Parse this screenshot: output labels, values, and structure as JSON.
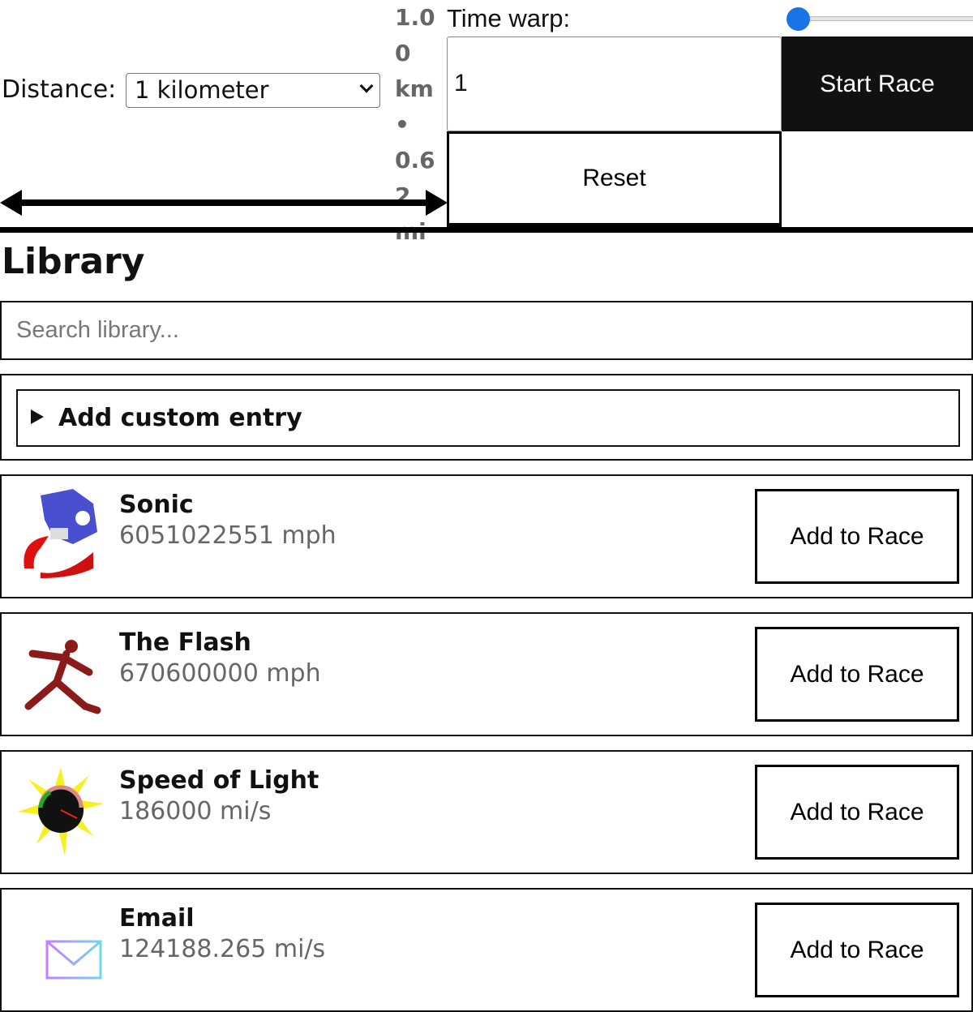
{
  "controls": {
    "distance_label": "Distance:",
    "distance_selected": "1 kilometer",
    "distance_readout": "1.00 km • 0.62 mi",
    "time_warp_label": "Time warp:",
    "time_warp_value": "1",
    "time_warp_slider_fraction": 0.0,
    "start_label": "Start Race",
    "reset_label": "Reset"
  },
  "library": {
    "title": "Library",
    "search_placeholder": "Search library...",
    "custom_entry_label": "Add custom entry",
    "add_label": "Add to Race",
    "items": [
      {
        "name": "Sonic",
        "speed": "6051022551 mph",
        "icon": "sonic-sprite"
      },
      {
        "name": "The Flash",
        "speed": "670600000 mph",
        "icon": "flash-runner"
      },
      {
        "name": "Speed of Light",
        "speed": "186000 mi/s",
        "icon": "speedometer-burst"
      },
      {
        "name": "Email",
        "speed": "124188.265 mi/s",
        "icon": "envelope-fast"
      }
    ]
  },
  "colors": {
    "accent": "#1a73e8",
    "primary_button": "#111111"
  }
}
